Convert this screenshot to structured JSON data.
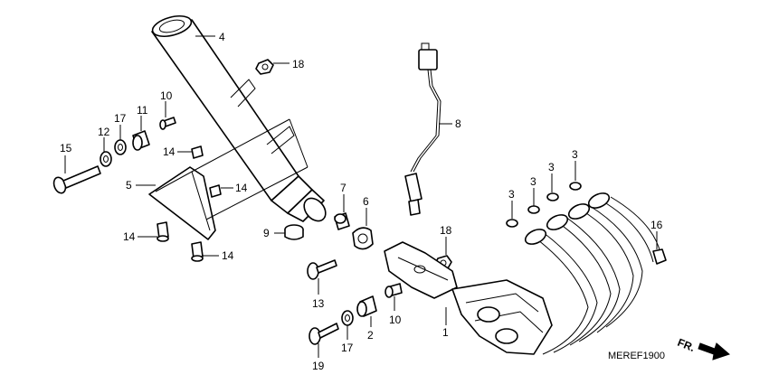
{
  "diagram_code": "MEREF1900",
  "direction_label": "FR.",
  "callouts": [
    {
      "id": "c4",
      "text": "4"
    },
    {
      "id": "c18a",
      "text": "18"
    },
    {
      "id": "c10a",
      "text": "10"
    },
    {
      "id": "c11",
      "text": "11"
    },
    {
      "id": "c17a",
      "text": "17"
    },
    {
      "id": "c12",
      "text": "12"
    },
    {
      "id": "c15",
      "text": "15"
    },
    {
      "id": "c14a",
      "text": "14"
    },
    {
      "id": "c5",
      "text": "5"
    },
    {
      "id": "c14b",
      "text": "14"
    },
    {
      "id": "c14c",
      "text": "14"
    },
    {
      "id": "c14d",
      "text": "14"
    },
    {
      "id": "c8",
      "text": "8"
    },
    {
      "id": "c7",
      "text": "7"
    },
    {
      "id": "c6",
      "text": "6"
    },
    {
      "id": "c9",
      "text": "9"
    },
    {
      "id": "c18b",
      "text": "18"
    },
    {
      "id": "c13",
      "text": "13"
    },
    {
      "id": "c10b",
      "text": "10"
    },
    {
      "id": "c2",
      "text": "2"
    },
    {
      "id": "c17b",
      "text": "17"
    },
    {
      "id": "c19",
      "text": "19"
    },
    {
      "id": "c1",
      "text": "1"
    },
    {
      "id": "c3a",
      "text": "3"
    },
    {
      "id": "c3b",
      "text": "3"
    },
    {
      "id": "c3c",
      "text": "3"
    },
    {
      "id": "c3d",
      "text": "3"
    },
    {
      "id": "c16",
      "text": "16"
    }
  ]
}
